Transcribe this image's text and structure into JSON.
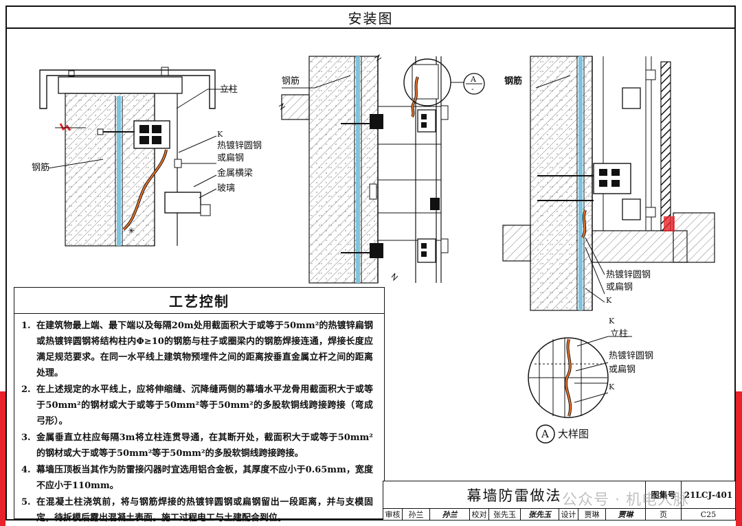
{
  "header": {
    "title": "安装图"
  },
  "drawing_labels": {
    "left_column": "立柱",
    "left_rebar": "钢筋",
    "left_marker": "K",
    "left_galv_1": "热镀锌圆钢",
    "left_galv_2": "或扁钢",
    "left_beam": "金属横梁",
    "left_glass": "玻璃",
    "mid_rebar": "钢筋",
    "mid_callout_letter": "A",
    "mid_callout_sub": "-",
    "right_rebar": "钢筋",
    "right_galv_1": "热镀锌圆钢",
    "right_galv_2": "或扁钢",
    "right_marker": "K",
    "detail_marker_top": "K",
    "detail_column": "立柱",
    "detail_galv_1": "热镀锌圆钢",
    "detail_galv_2": "或扁钢",
    "detail_marker_bottom": "K",
    "detail_caption_letter": "A",
    "detail_caption": "大样图"
  },
  "process_control": {
    "title": "工艺控制",
    "items": [
      {
        "num": "1.",
        "text": "在建筑物最上端、最下端以及每隔20m处用截面积大于或等于50mm²的热镀锌扁钢或热镀锌圆钢将结构柱内Φ≥10的钢筋与柱子或圈梁内的钢筋焊接连通，焊接长度应满足规范要求。在同一水平线上建筑物预埋件之间的距离按垂直金属立杆之间的距离处理。"
      },
      {
        "num": "2.",
        "text": "在上述规定的水平线上，应将伸缩缝、沉降缝两侧的幕墙水平龙骨用截面积大于或等于50mm²的钢材或大于或等于50mm²等于50mm²的多股软铜线跨接跨接（弯成弓形）。"
      },
      {
        "num": "3.",
        "text": "金属垂直立柱应每隔3m将立柱连贯导通，在其断开处，截面积大于或等于50mm²的钢材或大于或等于50mm²等于50mm²的多股软铜线跨接跨接。"
      },
      {
        "num": "4.",
        "text": "幕墙压顶板当其作为防雷接闪器时宜选用铝合金板，其厚度不应小于0.65mm，宽度不应小于110mm。"
      },
      {
        "num": "5.",
        "text": "在混凝土柱浇筑前，将与钢筋焊接的热镀锌圆钢或扁钢留出一段距离，并与支模固定，待拆模后露出混凝土表面。施工过程电工与土建配合到位。"
      }
    ]
  },
  "title_block": {
    "title": "幕墙防雷做法",
    "atlas_label": "图集号",
    "atlas_no": "21LCJ-401",
    "review_label": "审核",
    "review_name": "孙兰",
    "review_sign": "孙兰",
    "check_label": "校对",
    "check_name": "张先玉",
    "check_sign": "张先玉",
    "design_label": "设计",
    "design_name": "贾琳",
    "design_sign": "贾琳",
    "page_label": "页",
    "page_no": "C25"
  },
  "watermark": "公众号 · 机电人脉",
  "colors": {
    "accent_red": "#e8232a",
    "hatch": "#6f6f6f",
    "glass_blue": "#7ec4df",
    "ink": "#111111"
  }
}
